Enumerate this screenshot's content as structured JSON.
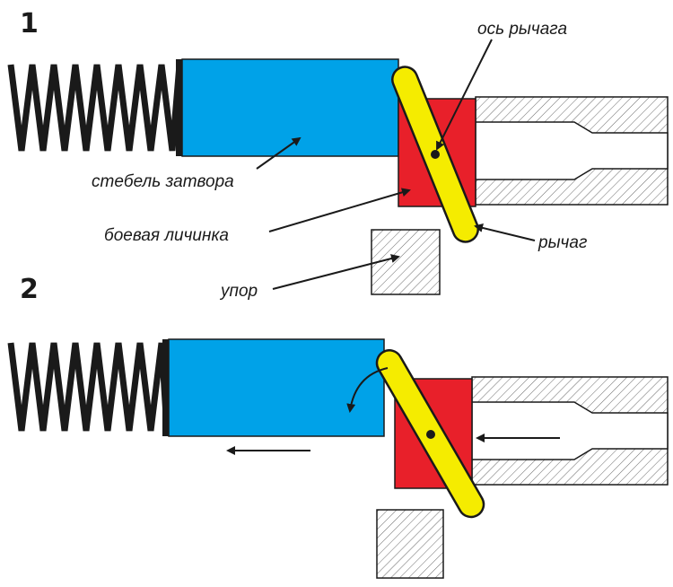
{
  "panels": [
    {
      "number": "1"
    },
    {
      "number": "2"
    }
  ],
  "labels": {
    "lever_axis": "ось рычага",
    "bolt_stem": "стебель затвора",
    "combat_larva": "боевая личинка",
    "lever": "рычаг",
    "stop": "упор"
  },
  "colors": {
    "bolt_stem": "#00a2e8",
    "combat_larva": "#e8202a",
    "lever": "#f5ec00",
    "spring": "#1a1a1a",
    "hatch": "#555555"
  }
}
